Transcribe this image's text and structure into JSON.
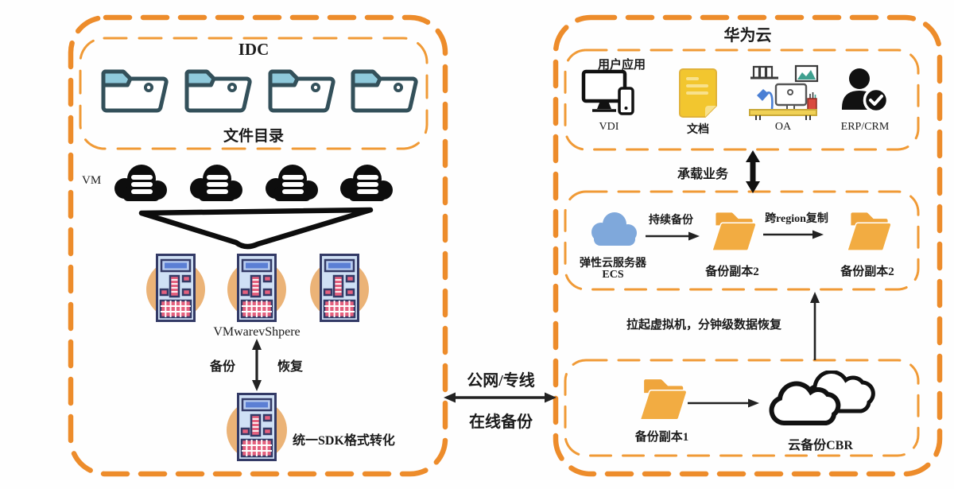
{
  "colors": {
    "accent_orange": "#ED8C2B",
    "inner_orange": "#F09A36",
    "folder_orange": "#F2A93B",
    "teal_outline": "#33505A",
    "folder_flap_blue": "#8FC9DB",
    "server_body_blue": "#CFE0F5",
    "server_navy": "#333A66",
    "server_red": "#E4607E",
    "halo_tan": "#EBB377",
    "ecs_cloud_blue": "#7FA8DB",
    "doc_yellow": "#F2C62F",
    "line_black": "#1b1b1b"
  },
  "idc": {
    "title": "IDC",
    "file_directory_label": "文件目录",
    "vm_label": "VM",
    "vmware_label": "VMwarevShpere",
    "backup_label": "备份",
    "restore_label": "恢复",
    "sdk_label": "统一SDK格式转化"
  },
  "link": {
    "line1": "公网/专线",
    "line2": "在线备份"
  },
  "huawei": {
    "title": "华为云",
    "user_apps": {
      "title": "用户应用",
      "apps": [
        {
          "label": "VDI"
        },
        {
          "label": "文档"
        },
        {
          "label": "OA"
        },
        {
          "label": "ERP/CRM"
        }
      ]
    },
    "carry_label": "承载业务",
    "ecs": {
      "name_line1": "弹性云服务器",
      "name_line2": "ECS",
      "arrow1_label": "持续备份",
      "copy_a_label": "备份副本2",
      "arrow2_label": "跨region复制",
      "copy_b_label": "备份副本2"
    },
    "restore_note": "拉起虚拟机，分钟级数据恢复",
    "cbr": {
      "copy1_label": "备份副本1",
      "cbr_label": "云备份CBR"
    }
  }
}
